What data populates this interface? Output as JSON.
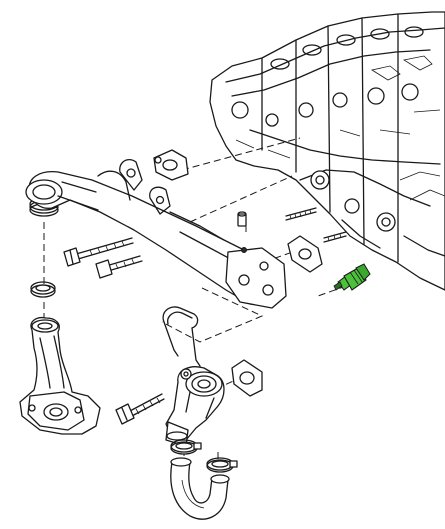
{
  "diagram": {
    "style": "exploded-parts-line-drawing",
    "background": "#ffffff",
    "line_color": "#1a1a1a",
    "highlight_color": "#4cc23a",
    "highlighted_part": "coolant-temperature-sensor",
    "parts": [
      "engine-block",
      "coolant-transfer-pipe",
      "pipe-o-ring",
      "pipe-bolt",
      "flange-gasket",
      "locating-dowel",
      "stud-bolts",
      "coolant-temperature-sensor",
      "lower-coolant-elbow",
      "retaining-clip",
      "thermostat-housing",
      "housing-gasket",
      "housing-bolt",
      "hose-clamp",
      "coolant-hose"
    ]
  }
}
